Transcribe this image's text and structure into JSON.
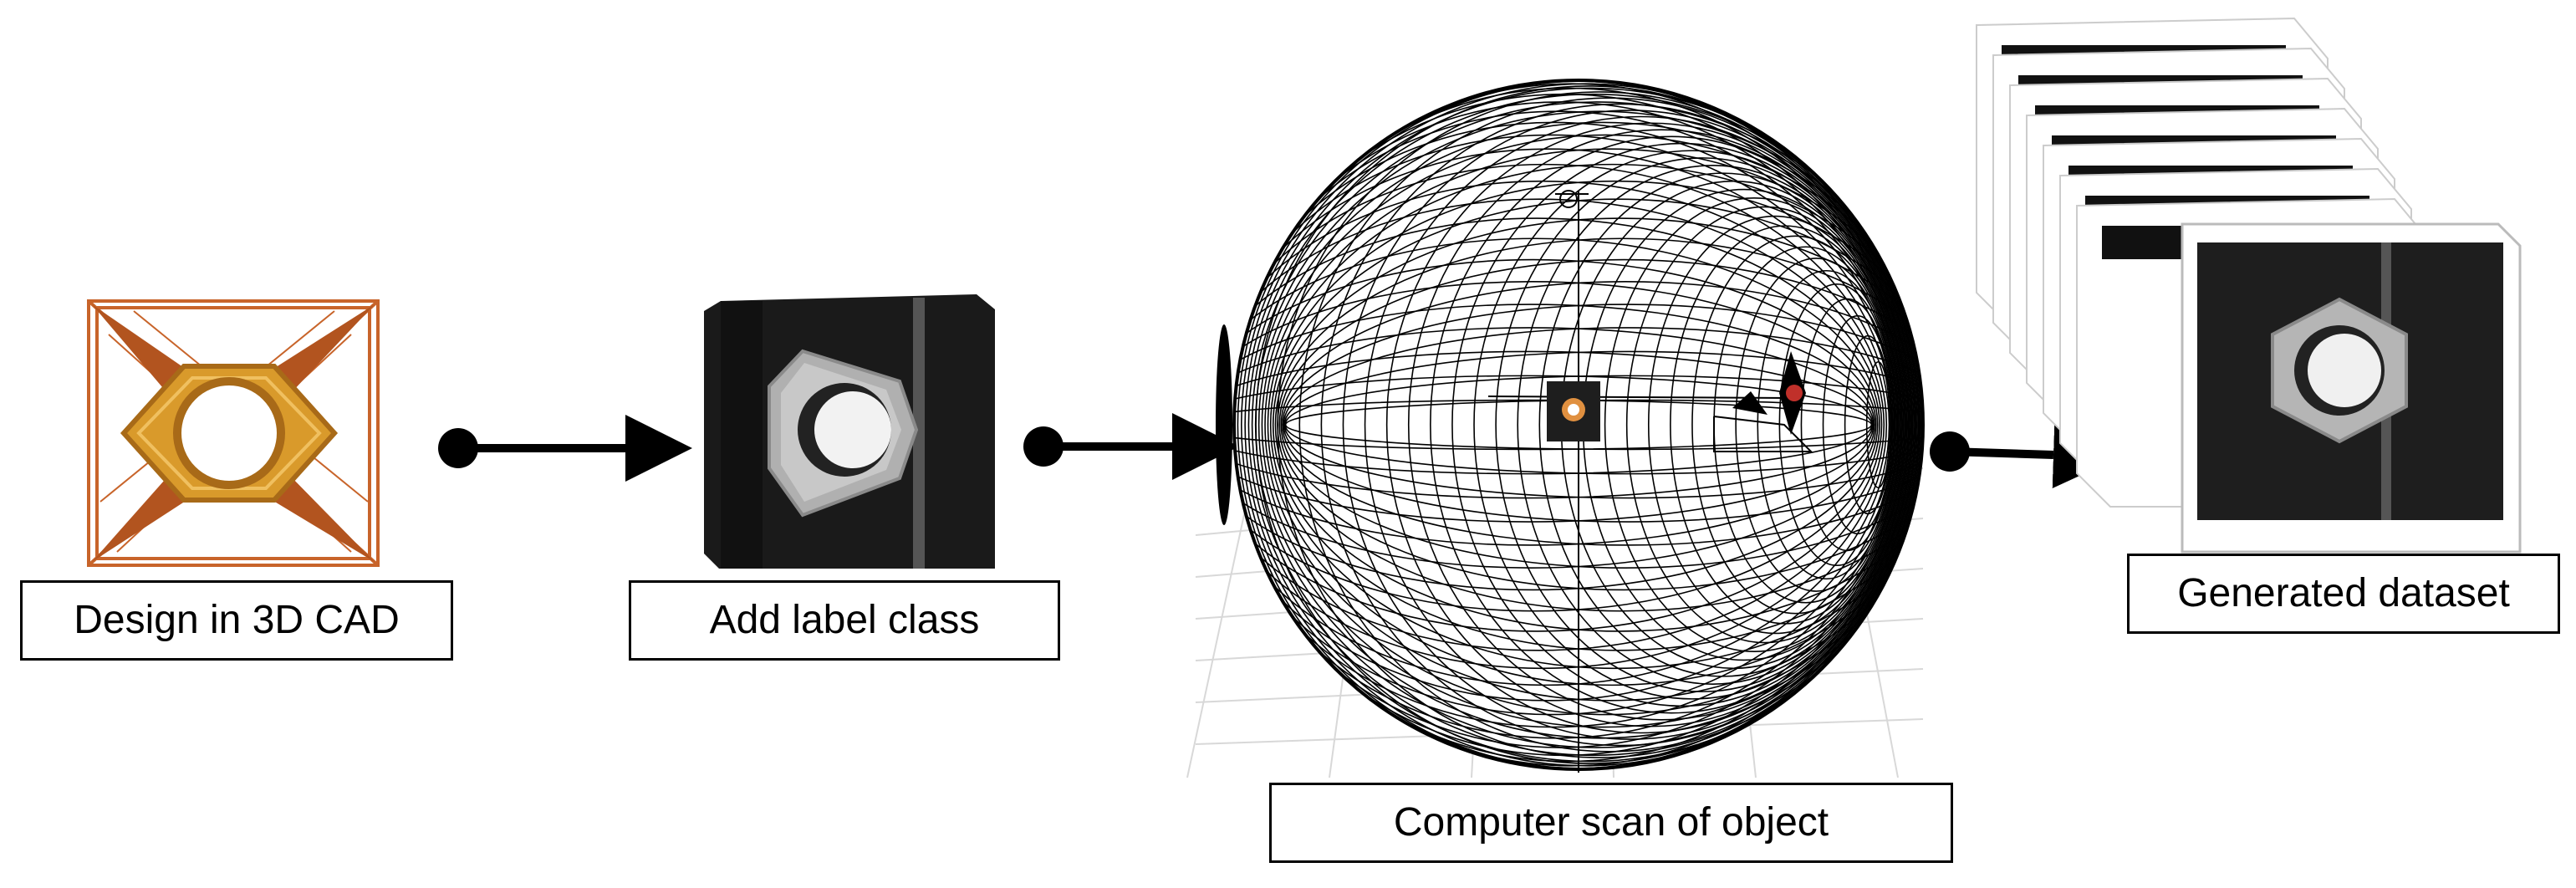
{
  "stages": [
    {
      "id": "cad",
      "label": "Design in 3D CAD"
    },
    {
      "id": "label-class",
      "label": "Add label class"
    },
    {
      "id": "scan",
      "label": "Computer scan of object"
    },
    {
      "id": "dataset",
      "label": "Generated dataset"
    }
  ],
  "colors": {
    "wireframe": "#c8642a",
    "nut": "#d99a2b",
    "block": "#1e1e1e",
    "block_face": "#2b2b2b",
    "nut_metal": "#b8b8b8",
    "sphere_lines": "#000000",
    "connector": "#000000"
  }
}
